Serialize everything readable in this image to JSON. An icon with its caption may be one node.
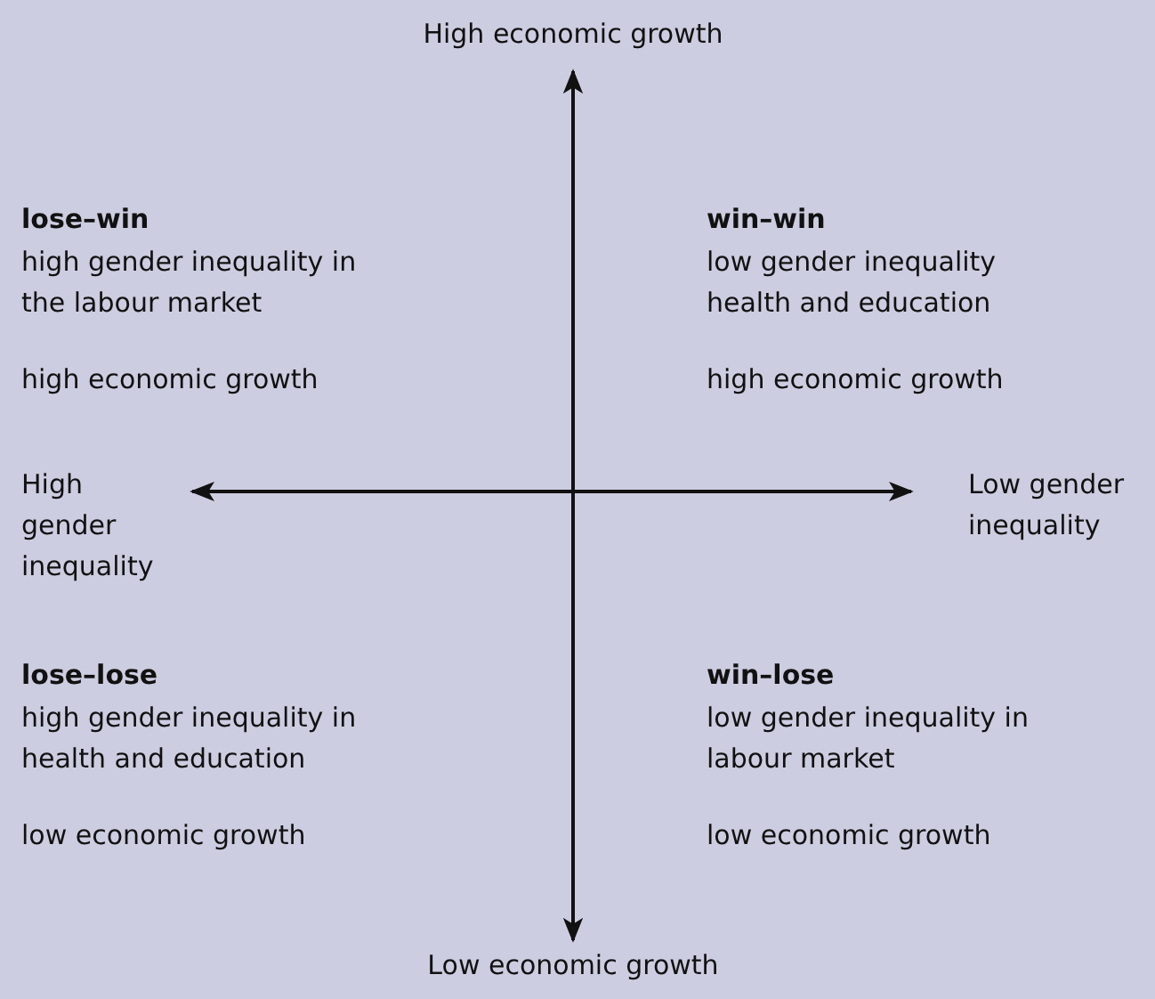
{
  "diagram": {
    "labels": [
      "High economic growth",
      "lose–win",
      "high gender inequality in the labour market",
      "high economic growth",
      "win–win",
      "low gender inequality health and education",
      "high economic growth",
      "High gender inequality",
      "Low gender inequality",
      "lose–lose",
      "high gender inequality in health and education",
      "low economic growth",
      "win–lose",
      "low gender inequality in labour market",
      "low economic growth",
      "Low economic growth"
    ]
  }
}
